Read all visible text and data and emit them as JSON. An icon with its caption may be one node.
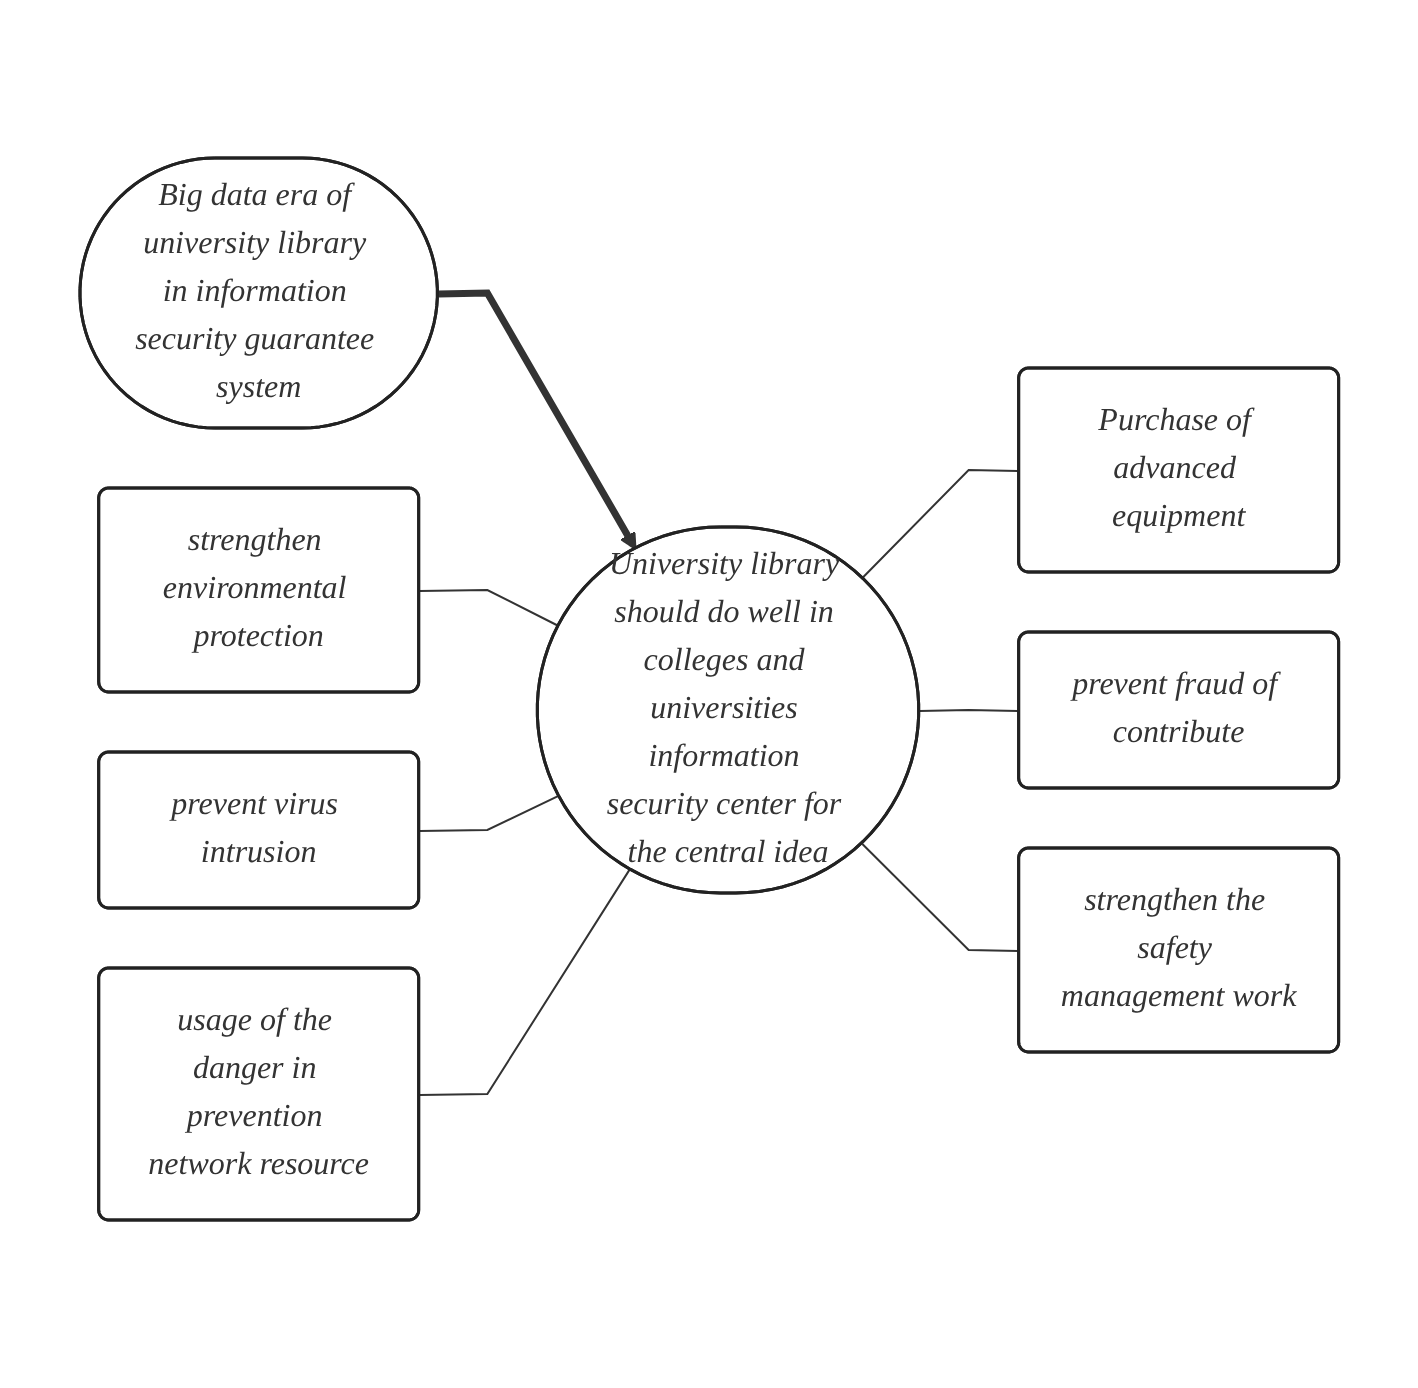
{
  "diagram": {
    "nodes": [
      {
        "text": [
          "Big data era of university library in information security guarantee system"
        ]
      },
      {
        "text": [
          "strengthen environmental protection"
        ]
      },
      {
        "text": [
          "University library should do well in colleges and universities information security center for the central idea"
        ]
      },
      {
        "text": [
          "Purchase of advanced equipment"
        ]
      },
      {
        "text": [
          "prevent virus intrusion"
        ]
      },
      {
        "text": [
          "prevent fraud of contribute"
        ]
      },
      {
        "text": [
          "usage of the danger in prevention network resource"
        ]
      },
      {
        "text": [
          "strengthen the safety management work"
        ]
      }
    ],
    "edges": [
      {
        "from": 0,
        "to": 2,
        "arrow": "to",
        "style": "thick"
      },
      {
        "from": 1,
        "to": 2,
        "arrow": "none"
      },
      {
        "from": 2,
        "to": 3,
        "arrow": "none"
      },
      {
        "from": 4,
        "to": 2,
        "arrow": "none"
      },
      {
        "from": 2,
        "to": 5,
        "arrow": "none"
      },
      {
        "from": 6,
        "to": 2,
        "arrow": "none"
      },
      {
        "from": 2,
        "to": 7,
        "arrow": "none"
      }
    ]
  }
}
